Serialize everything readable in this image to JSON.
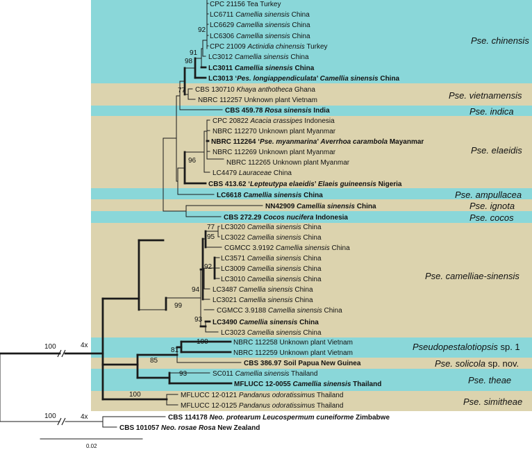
{
  "colors": {
    "teal": "#8ad7d9",
    "tan": "#dcd3ae",
    "line": "#1a1a1a"
  },
  "bands": [
    {
      "id": "chinensis",
      "color": "teal"
    },
    {
      "id": "vietnamensis",
      "color": "tan"
    },
    {
      "id": "indica",
      "color": "teal"
    },
    {
      "id": "elaeidis",
      "color": "tan"
    },
    {
      "id": "ampullacea",
      "color": "teal"
    },
    {
      "id": "ignota",
      "color": "tan"
    },
    {
      "id": "cocos",
      "color": "teal"
    },
    {
      "id": "camelliae",
      "color": "tan"
    },
    {
      "id": "sp1",
      "color": "teal"
    },
    {
      "id": "solicola",
      "color": "tan"
    },
    {
      "id": "theae",
      "color": "teal"
    },
    {
      "id": "simitheae",
      "color": "tan"
    }
  ],
  "clade_labels": [
    {
      "band": "chinensis",
      "parts": [
        {
          "t": "Pse. chinensis",
          "i": true
        }
      ]
    },
    {
      "band": "vietnamensis",
      "parts": [
        {
          "t": "Pse. vietnamensis",
          "i": true
        }
      ]
    },
    {
      "band": "indica",
      "parts": [
        {
          "t": "Pse. indica",
          "i": true
        }
      ]
    },
    {
      "band": "elaeidis",
      "parts": [
        {
          "t": "Pse. elaeidis",
          "i": true
        }
      ]
    },
    {
      "band": "ampullacea",
      "parts": [
        {
          "t": "Pse. ampullacea",
          "i": true
        }
      ]
    },
    {
      "band": "ignota",
      "parts": [
        {
          "t": "Pse. ignota",
          "i": true
        }
      ]
    },
    {
      "band": "cocos",
      "parts": [
        {
          "t": "Pse. cocos",
          "i": true
        }
      ]
    },
    {
      "band": "camelliae",
      "parts": [
        {
          "t": "Pse. camelliae-sinensis",
          "i": true
        }
      ]
    },
    {
      "band": "sp1",
      "parts": [
        {
          "t": "Pseudopestalotiopsis",
          "i": true
        },
        {
          "t": " sp. 1",
          "i": false
        }
      ]
    },
    {
      "band": "solicola",
      "parts": [
        {
          "t": "Pse. solicola",
          "i": true
        },
        {
          "t": " sp. nov.",
          "i": false
        }
      ]
    },
    {
      "band": "theae",
      "parts": [
        {
          "t": "Pse. theae",
          "i": true
        }
      ]
    },
    {
      "band": "simitheae",
      "parts": [
        {
          "t": "Pse. simitheae",
          "i": true
        }
      ]
    }
  ],
  "taxa": [
    {
      "b": false,
      "parts": [
        {
          "t": "CPC 21156 Tea Turkey",
          "i": false
        }
      ]
    },
    {
      "b": false,
      "parts": [
        {
          "t": "LC6711 ",
          "i": false
        },
        {
          "t": "Camellia sinensis",
          "i": true
        },
        {
          "t": " China",
          "i": false
        }
      ]
    },
    {
      "b": false,
      "parts": [
        {
          "t": "LC6629 ",
          "i": false
        },
        {
          "t": "Camellia sinensis",
          "i": true
        },
        {
          "t": " China",
          "i": false
        }
      ]
    },
    {
      "b": false,
      "parts": [
        {
          "t": "LC6306 ",
          "i": false
        },
        {
          "t": "Camellia sinensis",
          "i": true
        },
        {
          "t": " China",
          "i": false
        }
      ]
    },
    {
      "b": false,
      "parts": [
        {
          "t": "CPC 21009 ",
          "i": false
        },
        {
          "t": "Actinidia chinensis",
          "i": true
        },
        {
          "t": " Turkey",
          "i": false
        }
      ]
    },
    {
      "b": false,
      "parts": [
        {
          "t": "LC3012 ",
          "i": false
        },
        {
          "t": "Camellia sinensis",
          "i": true
        },
        {
          "t": " China",
          "i": false
        }
      ]
    },
    {
      "b": true,
      "parts": [
        {
          "t": "LC3011 ",
          "i": false
        },
        {
          "t": "Camellia sinensis",
          "i": true
        },
        {
          "t": " China",
          "i": false
        }
      ]
    },
    {
      "b": true,
      "parts": [
        {
          "t": "LC3013 ‘",
          "i": false
        },
        {
          "t": "Pes. longiappendiculata",
          "i": true
        },
        {
          "t": "’ ",
          "i": false
        },
        {
          "t": "Camellia sinensis",
          "i": true
        },
        {
          "t": " China",
          "i": false
        }
      ]
    },
    {
      "b": false,
      "parts": [
        {
          "t": "CBS 130710 ",
          "i": false
        },
        {
          "t": "Khaya anthotheca",
          "i": true
        },
        {
          "t": " Ghana",
          "i": false
        }
      ]
    },
    {
      "b": false,
      "parts": [
        {
          "t": "NBRC 112257 Unknown plant Vietnam",
          "i": false
        }
      ]
    },
    {
      "b": true,
      "parts": [
        {
          "t": "CBS 459.78 ",
          "i": false
        },
        {
          "t": "Rosa sinensis",
          "i": true
        },
        {
          "t": " India",
          "i": false
        }
      ]
    },
    {
      "b": false,
      "parts": [
        {
          "t": "CPC 20822 ",
          "i": false
        },
        {
          "t": "Acacia crassipes",
          "i": true
        },
        {
          "t": " Indonesia",
          "i": false
        }
      ]
    },
    {
      "b": false,
      "parts": [
        {
          "t": "NBRC 112270 Unknown plant Myanmar",
          "i": false
        }
      ]
    },
    {
      "b": true,
      "parts": [
        {
          "t": "NBRC 112264 ‘",
          "i": false
        },
        {
          "t": "Pse. myanmarina",
          "i": true
        },
        {
          "t": "’ ",
          "i": false
        },
        {
          "t": "Averrhoa carambola",
          "i": true
        },
        {
          "t": " Mayanmar",
          "i": false
        }
      ]
    },
    {
      "b": false,
      "parts": [
        {
          "t": "NBRC 112269 Unknown plant Myanmar",
          "i": false
        }
      ]
    },
    {
      "b": false,
      "parts": [
        {
          "t": "NBRC 112265 Unknown plant Myanmar",
          "i": false
        }
      ]
    },
    {
      "b": false,
      "parts": [
        {
          "t": "LC4479 ",
          "i": false
        },
        {
          "t": "Lauraceae",
          "i": true
        },
        {
          "t": " China",
          "i": false
        }
      ]
    },
    {
      "b": true,
      "parts": [
        {
          "t": "CBS 413.62 ‘",
          "i": false
        },
        {
          "t": "Lepteutypa elaeidis",
          "i": true
        },
        {
          "t": "’ ",
          "i": false
        },
        {
          "t": "Elaeis guineensis",
          "i": true
        },
        {
          "t": " Nigeria",
          "i": false
        }
      ]
    },
    {
      "b": true,
      "parts": [
        {
          "t": "LC6618 ",
          "i": false
        },
        {
          "t": "Camellia sinensis",
          "i": true
        },
        {
          "t": " China",
          "i": false
        }
      ]
    },
    {
      "b": true,
      "parts": [
        {
          "t": "NN42909 ",
          "i": false
        },
        {
          "t": "Camellia sinensis",
          "i": true
        },
        {
          "t": " China",
          "i": false
        }
      ]
    },
    {
      "b": true,
      "parts": [
        {
          "t": "CBS 272.29 ",
          "i": false
        },
        {
          "t": "Cocos nucifera",
          "i": true
        },
        {
          "t": " Indonesia",
          "i": false
        }
      ]
    },
    {
      "b": false,
      "parts": [
        {
          "t": "LC3020 ",
          "i": false
        },
        {
          "t": "Camellia sinensis",
          "i": true
        },
        {
          "t": " China",
          "i": false
        }
      ]
    },
    {
      "b": false,
      "parts": [
        {
          "t": "LC3022 ",
          "i": false
        },
        {
          "t": "Camellia sinensis",
          "i": true
        },
        {
          "t": " China",
          "i": false
        }
      ]
    },
    {
      "b": false,
      "parts": [
        {
          "t": "CGMCC 3.9192 ",
          "i": false
        },
        {
          "t": "Camellia sinensis",
          "i": true
        },
        {
          "t": " China",
          "i": false
        }
      ]
    },
    {
      "b": false,
      "parts": [
        {
          "t": "LC3571 ",
          "i": false
        },
        {
          "t": "Camellia sinensis",
          "i": true
        },
        {
          "t": " China",
          "i": false
        }
      ]
    },
    {
      "b": false,
      "parts": [
        {
          "t": "LC3009 ",
          "i": false
        },
        {
          "t": "Camellia sinensis",
          "i": true
        },
        {
          "t": " China",
          "i": false
        }
      ]
    },
    {
      "b": false,
      "parts": [
        {
          "t": "LC3010 ",
          "i": false
        },
        {
          "t": "Camellia sinensis",
          "i": true
        },
        {
          "t": " China",
          "i": false
        }
      ]
    },
    {
      "b": false,
      "parts": [
        {
          "t": "LC3487 ",
          "i": false
        },
        {
          "t": "Camellia sinensis",
          "i": true
        },
        {
          "t": " China",
          "i": false
        }
      ]
    },
    {
      "b": false,
      "parts": [
        {
          "t": "LC3021 ",
          "i": false
        },
        {
          "t": "Camellia sinensis",
          "i": true
        },
        {
          "t": " China",
          "i": false
        }
      ]
    },
    {
      "b": false,
      "parts": [
        {
          "t": "CGMCC 3.9188 ",
          "i": false
        },
        {
          "t": "Camellia sinensis",
          "i": true
        },
        {
          "t": " China",
          "i": false
        }
      ]
    },
    {
      "b": true,
      "parts": [
        {
          "t": "LC3490 ",
          "i": false
        },
        {
          "t": "Camellia sinensis",
          "i": true
        },
        {
          "t": " China",
          "i": false
        }
      ]
    },
    {
      "b": false,
      "parts": [
        {
          "t": "LC3023 ",
          "i": false
        },
        {
          "t": "Camellia sinensis",
          "i": true
        },
        {
          "t": " China",
          "i": false
        }
      ]
    },
    {
      "b": false,
      "parts": [
        {
          "t": "NBRC 112258 Unknown plant Vietnam",
          "i": false
        }
      ]
    },
    {
      "b": false,
      "parts": [
        {
          "t": "NBRC 112259 Unknown plant Vietnam",
          "i": false
        }
      ]
    },
    {
      "b": true,
      "parts": [
        {
          "t": "CBS 386.97 Soil Papua New Guinea",
          "i": false
        }
      ]
    },
    {
      "b": false,
      "parts": [
        {
          "t": "SC011 ",
          "i": false
        },
        {
          "t": "Camellia sinensis",
          "i": true
        },
        {
          "t": " Thailand",
          "i": false
        }
      ]
    },
    {
      "b": true,
      "parts": [
        {
          "t": "MFLUCC 12-0055 ",
          "i": false
        },
        {
          "t": "Camellia sinensis",
          "i": true
        },
        {
          "t": " Thailand",
          "i": false
        }
      ]
    },
    {
      "b": false,
      "parts": [
        {
          "t": "MFLUCC 12-0121 ",
          "i": false
        },
        {
          "t": "Pandanus odoratissimus",
          "i": true
        },
        {
          "t": " Thailand",
          "i": false
        }
      ]
    },
    {
      "b": false,
      "parts": [
        {
          "t": "MFLUCC 12-0125 ",
          "i": false
        },
        {
          "t": "Pandanus odoratissimus",
          "i": true
        },
        {
          "t": " Thailand",
          "i": false
        }
      ]
    },
    {
      "b": true,
      "parts": [
        {
          "t": "CBS 114178 ",
          "i": false
        },
        {
          "t": "Neo. protearum Leucospermum cuneiforme",
          "i": true
        },
        {
          "t": " Zimbabwe",
          "i": false
        }
      ]
    },
    {
      "b": true,
      "parts": [
        {
          "t": "CBS 101057 ",
          "i": false
        },
        {
          "t": "Neo. rosae Rosa",
          "i": true
        },
        {
          "t": " New Zealand",
          "i": false
        }
      ]
    }
  ],
  "support_values": [
    "92",
    "91",
    "98",
    "77",
    "96",
    "77",
    "95",
    "92",
    "94",
    "99",
    "93",
    "100",
    "81",
    "85",
    "93",
    "100",
    "100",
    "100"
  ],
  "break_labels": [
    "4x",
    "4x"
  ],
  "scale_bar": {
    "label": "0.02"
  }
}
